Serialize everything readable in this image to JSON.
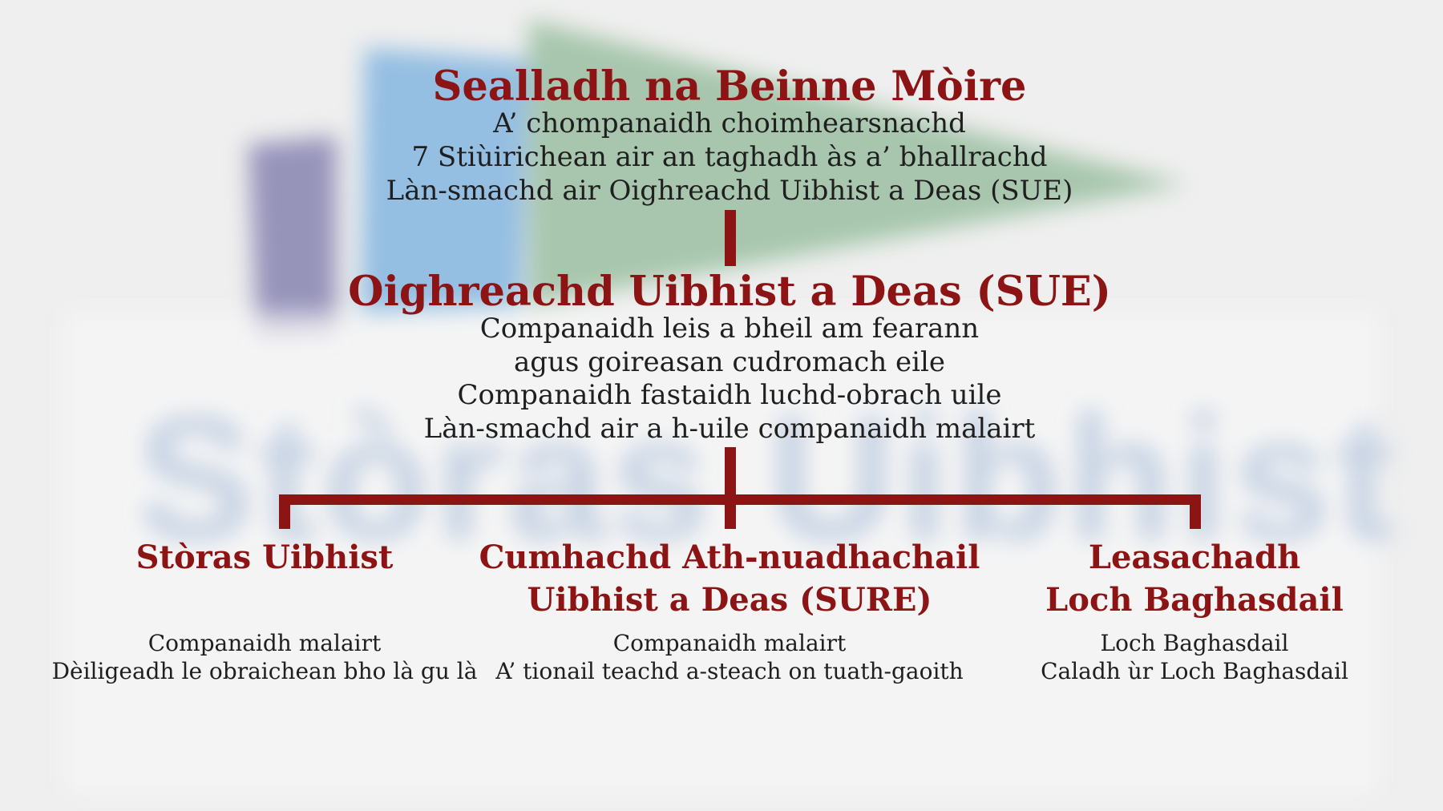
{
  "colors": {
    "accent": "#8c1414",
    "text": "#1f1f1f",
    "background": "#efefef"
  },
  "background": {
    "blurred_text": "Stòras Uibhist"
  },
  "top": {
    "title": "Sealladh na Beinne Mòire",
    "lines": [
      "A’ chompanaidh choimhearsnachd",
      "7 Stiùirichean air an taghadh às a’ bhallrachd",
      "Làn-smachd air Oighreachd Uibhist a Deas (SUE)"
    ]
  },
  "middle": {
    "title": "Oighreachd Uibhist a Deas (SUE)",
    "lines": [
      "Companaidh leis a bheil am fearann",
      "agus goireasan cudromach eile",
      "Companaidh fastaidh luchd-obrach uile",
      "Làn-smachd air a h-uile companaidh malairt"
    ]
  },
  "children": [
    {
      "title_lines": [
        "Stòras Uibhist"
      ],
      "lines": [
        "Companaidh malairt",
        "Dèiligeadh le obraichean bho là gu là"
      ]
    },
    {
      "title_lines": [
        "Cumhachd Ath-nuadhachail",
        "Uibhist a Deas (SURE)"
      ],
      "lines": [
        "Companaidh malairt",
        "A’ tionail teachd a-steach on tuath-gaoith"
      ]
    },
    {
      "title_lines": [
        "Leasachadh",
        "Loch Baghasdail"
      ],
      "lines": [
        "Loch Baghasdail",
        "Caladh ùr Loch Baghasdail"
      ]
    }
  ]
}
